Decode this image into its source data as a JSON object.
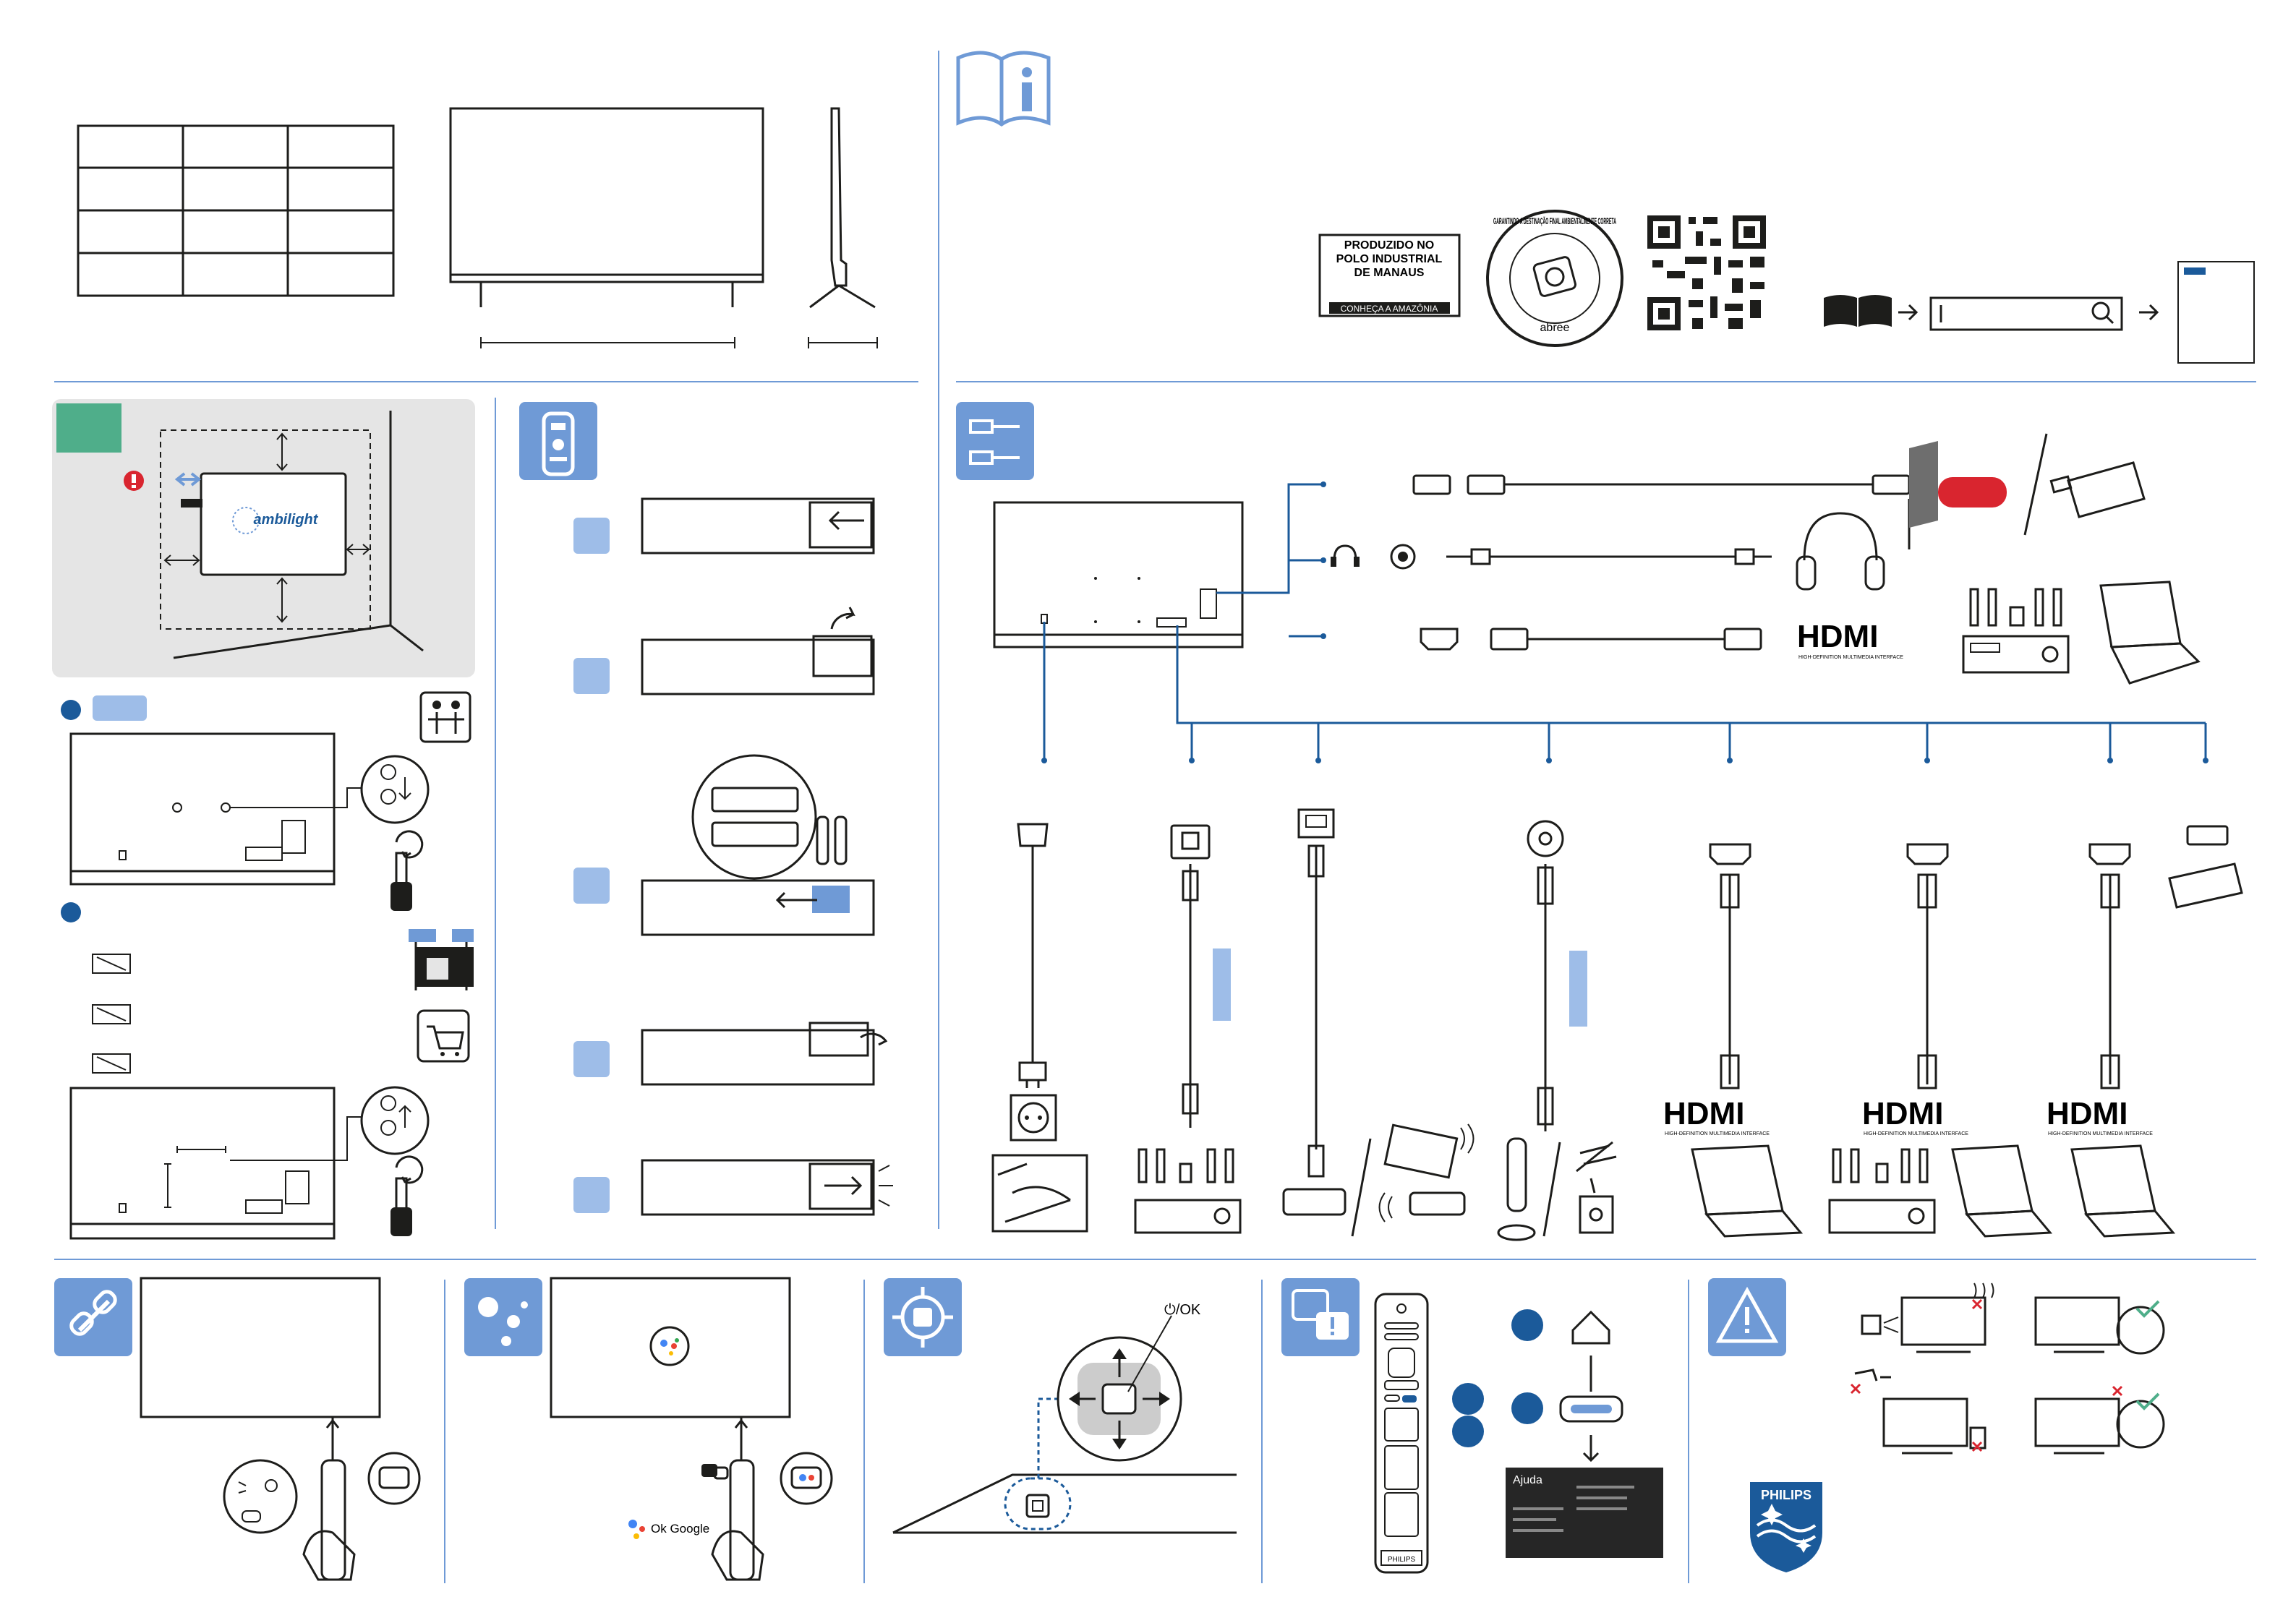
{
  "colors": {
    "accent": "#6f9ad6",
    "accent_light": "#9ebde8",
    "dark_blue": "#1b5a9a",
    "green": "#4fae8a",
    "red": "#d9252f",
    "line": "#1d1d1b",
    "panel_grey": "#e5e5e5"
  },
  "badge": {
    "line1": "PRODUZIDO NO",
    "line2": "POLO INDUSTRIAL",
    "line3": "DE MANAUS",
    "line4": "CONHEÇA A AMAZÔNIA"
  },
  "seal": {
    "text": "GARANTINDO A DESTINAÇÃO FINAL AMBIENTALMENTE CORRETA",
    "brand": "abree"
  },
  "wall_mount": {
    "logo_text": "ambilight"
  },
  "hdmi": {
    "logo": "HDMI",
    "subtitle": "HIGH-DEFINITION MULTIMEDIA INTERFACE"
  },
  "remote": {
    "power_ok_label": "⏻/OK",
    "brand": "PHILIPS"
  },
  "assistant": {
    "ok_google": "Ok Google"
  },
  "help": {
    "screen_title": "Ajuda"
  },
  "brand": {
    "name": "PHILIPS"
  },
  "icons": [
    "info-book-icon",
    "hdmi-cable-icon",
    "remote-icon",
    "link-icon",
    "google-assistant-icon",
    "joystick-icon",
    "help-question-icon",
    "warning-icon",
    "search-icon",
    "book-icon",
    "headphones-icon",
    "cart-icon",
    "two-person-icon"
  ]
}
